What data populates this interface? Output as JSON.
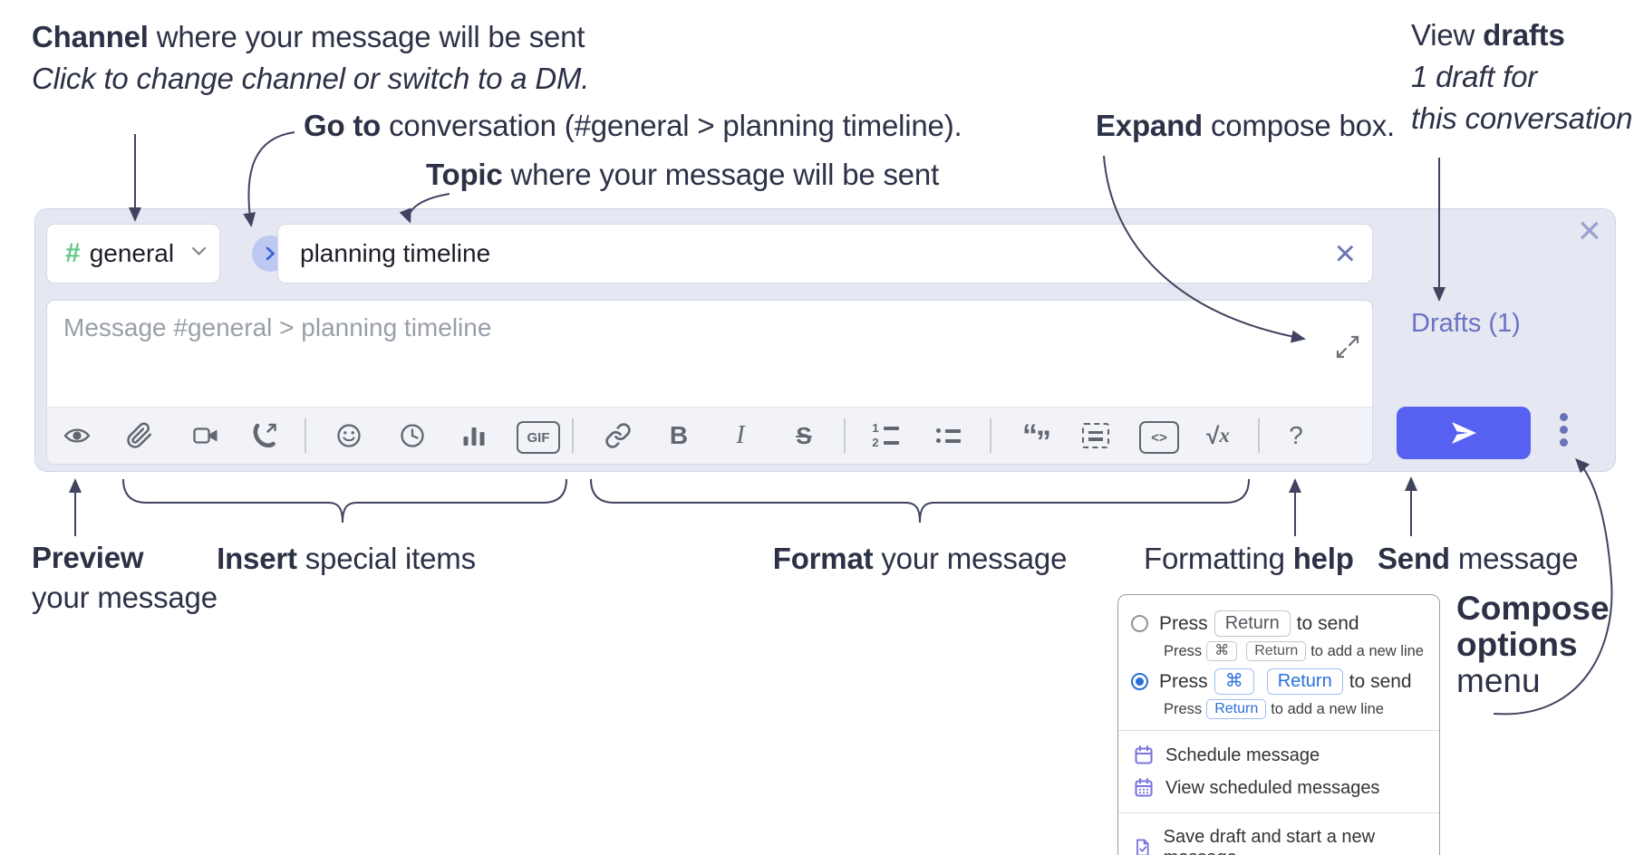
{
  "annotations": {
    "channel": {
      "bold": "Channel",
      "rest": " where your message will be sent",
      "line2": "Click to change channel or switch to a DM."
    },
    "goto": {
      "bold": "Go to",
      "rest": " conversation (#general > planning timeline)."
    },
    "topic": {
      "bold": "Topic",
      "rest": " where your message will be sent"
    },
    "expand": {
      "bold": "Expand",
      "rest": " compose box."
    },
    "view_drafts": {
      "pre": "View ",
      "bold": "drafts",
      "line2": "1 draft for",
      "line3": "this conversation"
    },
    "preview": {
      "bold": "Preview",
      "line2": "your message"
    },
    "insert": {
      "bold": "Insert",
      "rest": " special items"
    },
    "format": {
      "bold": "Format",
      "rest": " your message"
    },
    "help": {
      "pre": "Formatting ",
      "bold": "help"
    },
    "send": {
      "bold": "Send",
      "rest": " message"
    },
    "compose_options": {
      "line1": "Compose",
      "line2": "options",
      "line3": "menu"
    }
  },
  "compose": {
    "channel": {
      "hash": "#",
      "name": "general"
    },
    "topic_value": "planning timeline",
    "message_placeholder": "Message #general > planning timeline",
    "drafts_link": "Drafts (1)",
    "close_label": "×",
    "clear_label": "×"
  },
  "toolbar": {
    "gif": "GIF",
    "bold": "B",
    "italic": "I",
    "strike": "S",
    "ol_1": "1",
    "ol_2": "2",
    "quote_open": "“",
    "quote_close": "”",
    "code": "<>",
    "sqrt": "√",
    "math_x": "x",
    "help": "?"
  },
  "menu": {
    "options": [
      {
        "pre": "Press",
        "key1": "Return",
        "post": "to send",
        "sub_pre": "Press",
        "sub_key1": "⌘",
        "sub_key2": "Return",
        "sub_post": "to add a new line"
      },
      {
        "pre": "Press",
        "key1": "⌘",
        "key2": "Return",
        "post": "to send",
        "sub_pre": "Press",
        "sub_key1": "Return",
        "sub_post": "to add a new line"
      }
    ],
    "items": [
      "Schedule message",
      "View scheduled messages",
      "Save draft and start a new message"
    ]
  },
  "colors": {
    "send_button": "#5661f1",
    "drafts_link": "#6b72c3",
    "kbd_blue": "#2a6fdb",
    "menu_icon": "#7a74dd",
    "channel_hash": "#63c785"
  }
}
